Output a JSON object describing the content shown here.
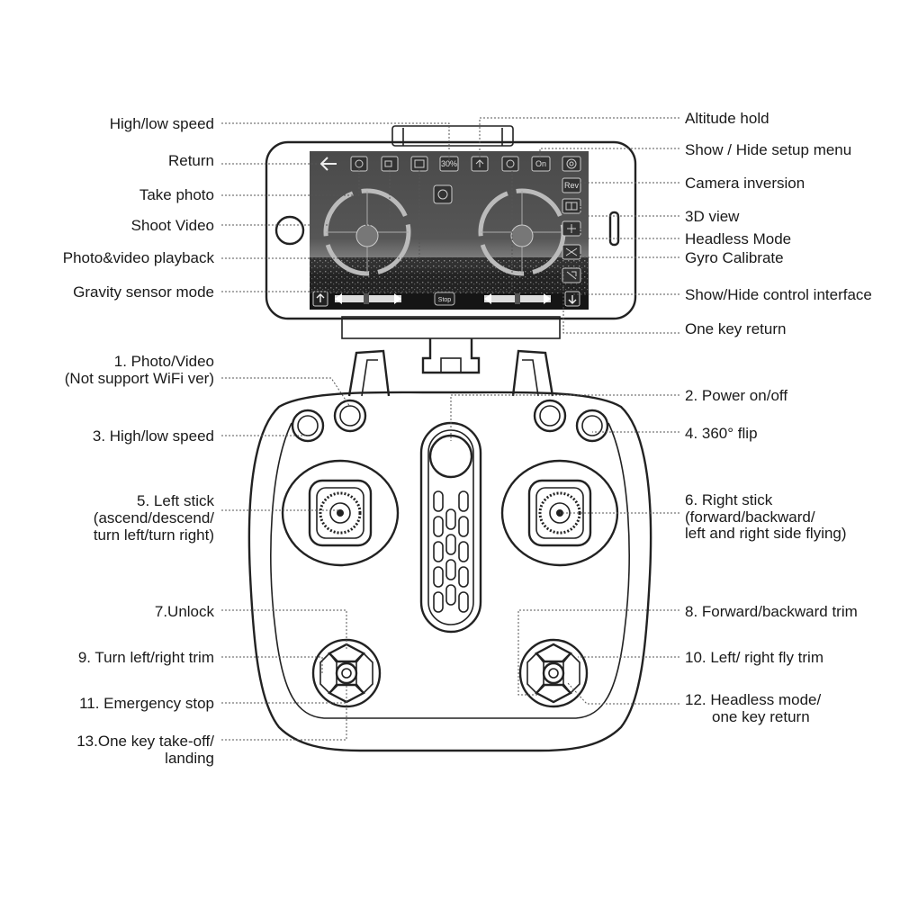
{
  "callouts": {
    "high_low_speed": "High/low speed",
    "return": "Return",
    "take_photo": "Take photo",
    "shoot_video": "Shoot Video",
    "playback": "Photo&video playback",
    "gravity": "Gravity sensor mode",
    "altitude_hold": "Altitude hold",
    "setup_menu": "Show / Hide setup menu",
    "camera_inversion": "Camera inversion",
    "view_3d": "3D view",
    "headless_mode": "Headless Mode",
    "gyro": "Gyro Calibrate",
    "control_interface": "Show/Hide control interface",
    "one_key_return": "One key return",
    "photo_video_1": "1. Photo/Video",
    "photo_video_1b": "(Not support WiFi ver)",
    "power_2": "2. Power on/off",
    "speed_3": "3. High/low speed",
    "flip_4": "4. 360° flip",
    "left_stick_5a": "5. Left stick",
    "left_stick_5b": "(ascend/descend/",
    "left_stick_5c": "turn left/turn right)",
    "right_stick_6a": "6. Right stick",
    "right_stick_6b": "(forward/backward/",
    "right_stick_6c": "left and right side flying)",
    "unlock_7": "7.Unlock",
    "trim_8": "8. Forward/backward trim",
    "trim_9": "9. Turn left/right trim",
    "trim_10": "10. Left/ right fly trim",
    "stop_11": "11. Emergency stop",
    "headless_12a": "12. Headless mode/",
    "headless_12b": "one key return",
    "takeoff_13a": "13.One key take-off/",
    "takeoff_13b": "landing"
  },
  "screen": {
    "speed_icon": "30%",
    "rev_icon": "Rev",
    "on_icon": "On",
    "stop_label": "Stop"
  },
  "icons": [
    "back-arrow-icon",
    "photo-icon",
    "video-icon",
    "gallery-icon",
    "speed-icon",
    "altitude-icon",
    "gravity-icon",
    "on-icon",
    "gear-icon",
    "rev-icon",
    "3d-view-icon",
    "headless-icon",
    "gyro-icon",
    "up-arrow-icon",
    "down-arrow-icon"
  ],
  "colors": {
    "line": "#222222",
    "screen_bg": "#3a3a3a",
    "label": "#1a1a1a"
  }
}
